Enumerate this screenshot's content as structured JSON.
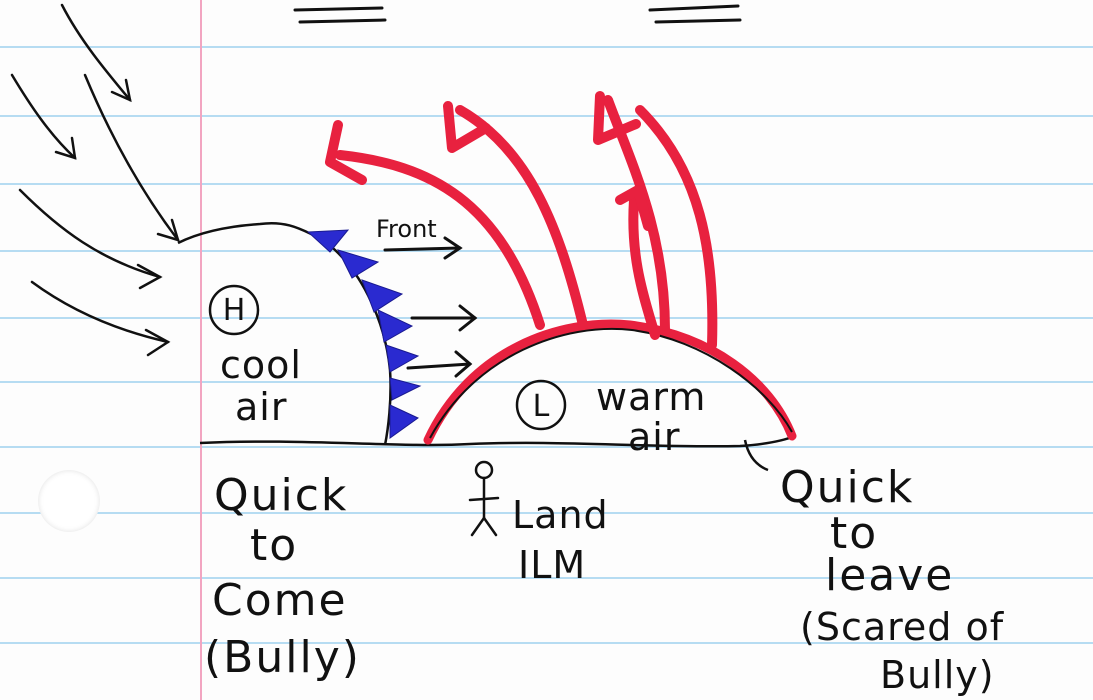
{
  "colors": {
    "paper": "#fdfdfd",
    "rule_line": "#9fd1ef",
    "margin_line": "#f2a5c1",
    "ink": "#111111",
    "warm_red": "#e8213f",
    "front_blue": "#2a2ad0"
  },
  "labels": {
    "front": "Front",
    "high_symbol": "H",
    "cool_line1": "cool",
    "cool_line2": "air",
    "low_symbol": "L",
    "warm_line1": "warm",
    "warm_line2": "air",
    "left_caption": [
      "Quick",
      "to",
      "Come",
      "(Bully)"
    ],
    "center_caption": [
      "Land",
      "ILM"
    ],
    "right_caption": [
      "Quick",
      "to",
      "leave",
      "(Scared of",
      "Bully)"
    ]
  },
  "icons": {
    "high_pressure": "circled-H-icon",
    "low_pressure": "circled-L-icon",
    "stick_figure": "stick-figure-icon",
    "cold_front": "cold-front-triangles-icon"
  }
}
